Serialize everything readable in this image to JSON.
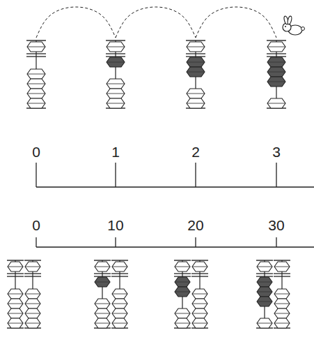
{
  "diagram": {
    "labels": [
      "0",
      "1",
      "2",
      "3",
      "0",
      "10",
      "20",
      "30"
    ]
  }
}
